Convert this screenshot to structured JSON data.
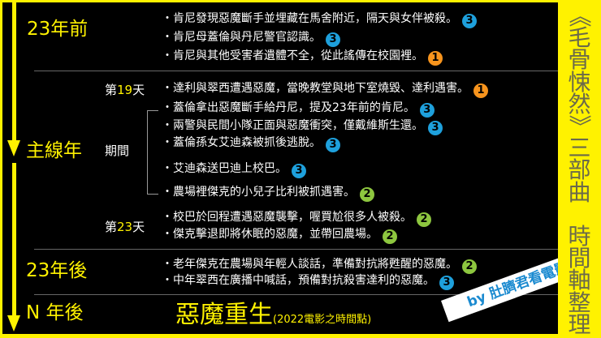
{
  "side_title": [
    "《",
    "毛",
    "骨",
    "悚",
    "然",
    "》",
    "三",
    "部",
    "曲",
    "",
    "時",
    "間",
    "軸",
    "整",
    "理"
  ],
  "colors": {
    "accent": "#fff200",
    "badge_1": "#f7941d",
    "badge_2": "#8dc63f",
    "badge_3": "#1ea0dc"
  },
  "sections": {
    "before": {
      "label": "23年前",
      "items": [
        {
          "text": "・肯尼發現惡魔斷手並埋藏在馬舍附近，隔天與女伴被殺。",
          "badge": "3"
        },
        {
          "text": "・肯尼母蓋倫與丹尼警官認識。",
          "badge": "3"
        },
        {
          "text": "・肯尼與其他受害者遺體不全，從此謠傳在校園裡。",
          "badge": "1"
        }
      ]
    },
    "main": {
      "label": "主線年",
      "day19": {
        "pre": "第",
        "num": "19",
        "post": "天",
        "items": [
          {
            "text": "・達利與翠西遭遇惡魔，當晚教堂與地下室燒毀、達利遇害。",
            "badge": "1"
          }
        ]
      },
      "period": {
        "label": "期間",
        "items": [
          {
            "text": "・蓋倫拿出惡魔斷手給丹尼，提及23年前的肯尼。",
            "badge": "3"
          },
          {
            "text": "・兩警與民間小隊正面與惡魔衝突，僅戴維斯生還。",
            "badge": "3"
          },
          {
            "text": "・蓋倫孫女艾迪森被抓後逃脫。",
            "badge": "3"
          },
          {
            "text": "・艾迪森送巴迪上校巴。",
            "badge": "3"
          },
          {
            "text": "・農場裡傑克的小兒子比利被抓遇害。",
            "badge": "2"
          }
        ]
      },
      "day23": {
        "pre": "第",
        "num": "23",
        "post": "天",
        "items": [
          {
            "text": "・校巴於回程遭遇惡魔襲擊，喔買尬很多人被殺。",
            "badge": "2"
          },
          {
            "text": "・傑克擊退即將休眠的惡魔，並帶回農場。",
            "badge": "2"
          }
        ]
      }
    },
    "after": {
      "label": "23年後",
      "items": [
        {
          "text": "・老年傑克在農場與年輕人談話，準備對抗將甦醒的惡魔。",
          "badge": "2"
        },
        {
          "text": "・中年翠西在廣播中喊話，預備對抗殺害達利的惡魔。",
          "badge": "3"
        }
      ]
    },
    "n_after": {
      "label": "N 年後",
      "title": "惡魔重生",
      "note": "(2022電影之時間點)"
    }
  },
  "watermark": "by 肚臍君看電影"
}
